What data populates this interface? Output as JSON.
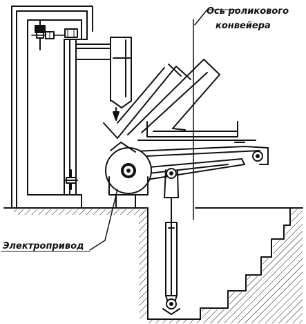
{
  "labels": {
    "conveyor_axis_line1": "Ось роликового",
    "conveyor_axis_line2": "конвейера",
    "electric_drive": "Электропривод"
  },
  "colors": {
    "ink": "#111111",
    "background": "#ffffff"
  }
}
